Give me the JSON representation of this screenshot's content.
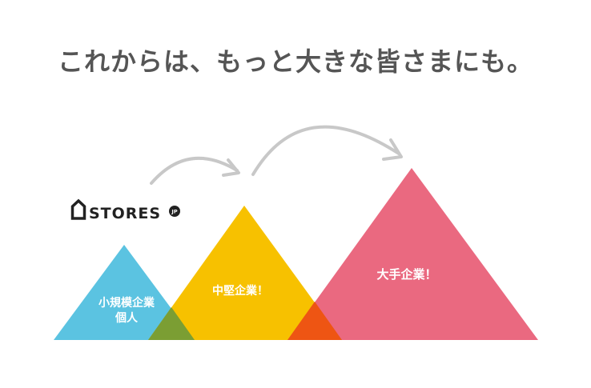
{
  "headline": "これからは、もっと大きな皆さまにも。",
  "logo": {
    "icon": "house-outline-icon",
    "name": "STORES",
    "suffix": "JP"
  },
  "stages": [
    {
      "line1": "小規模企業",
      "line2": "個人",
      "color": "#5bc3e1"
    },
    {
      "line1": "中堅企業！",
      "line2": "",
      "color": "#f7c100"
    },
    {
      "line1": "大手企業！",
      "line2": "",
      "color": "#ea6980"
    }
  ],
  "overlap_colors": [
    "#7b9e33",
    "#ee5513"
  ],
  "arrow_color": "#c8c8c8"
}
